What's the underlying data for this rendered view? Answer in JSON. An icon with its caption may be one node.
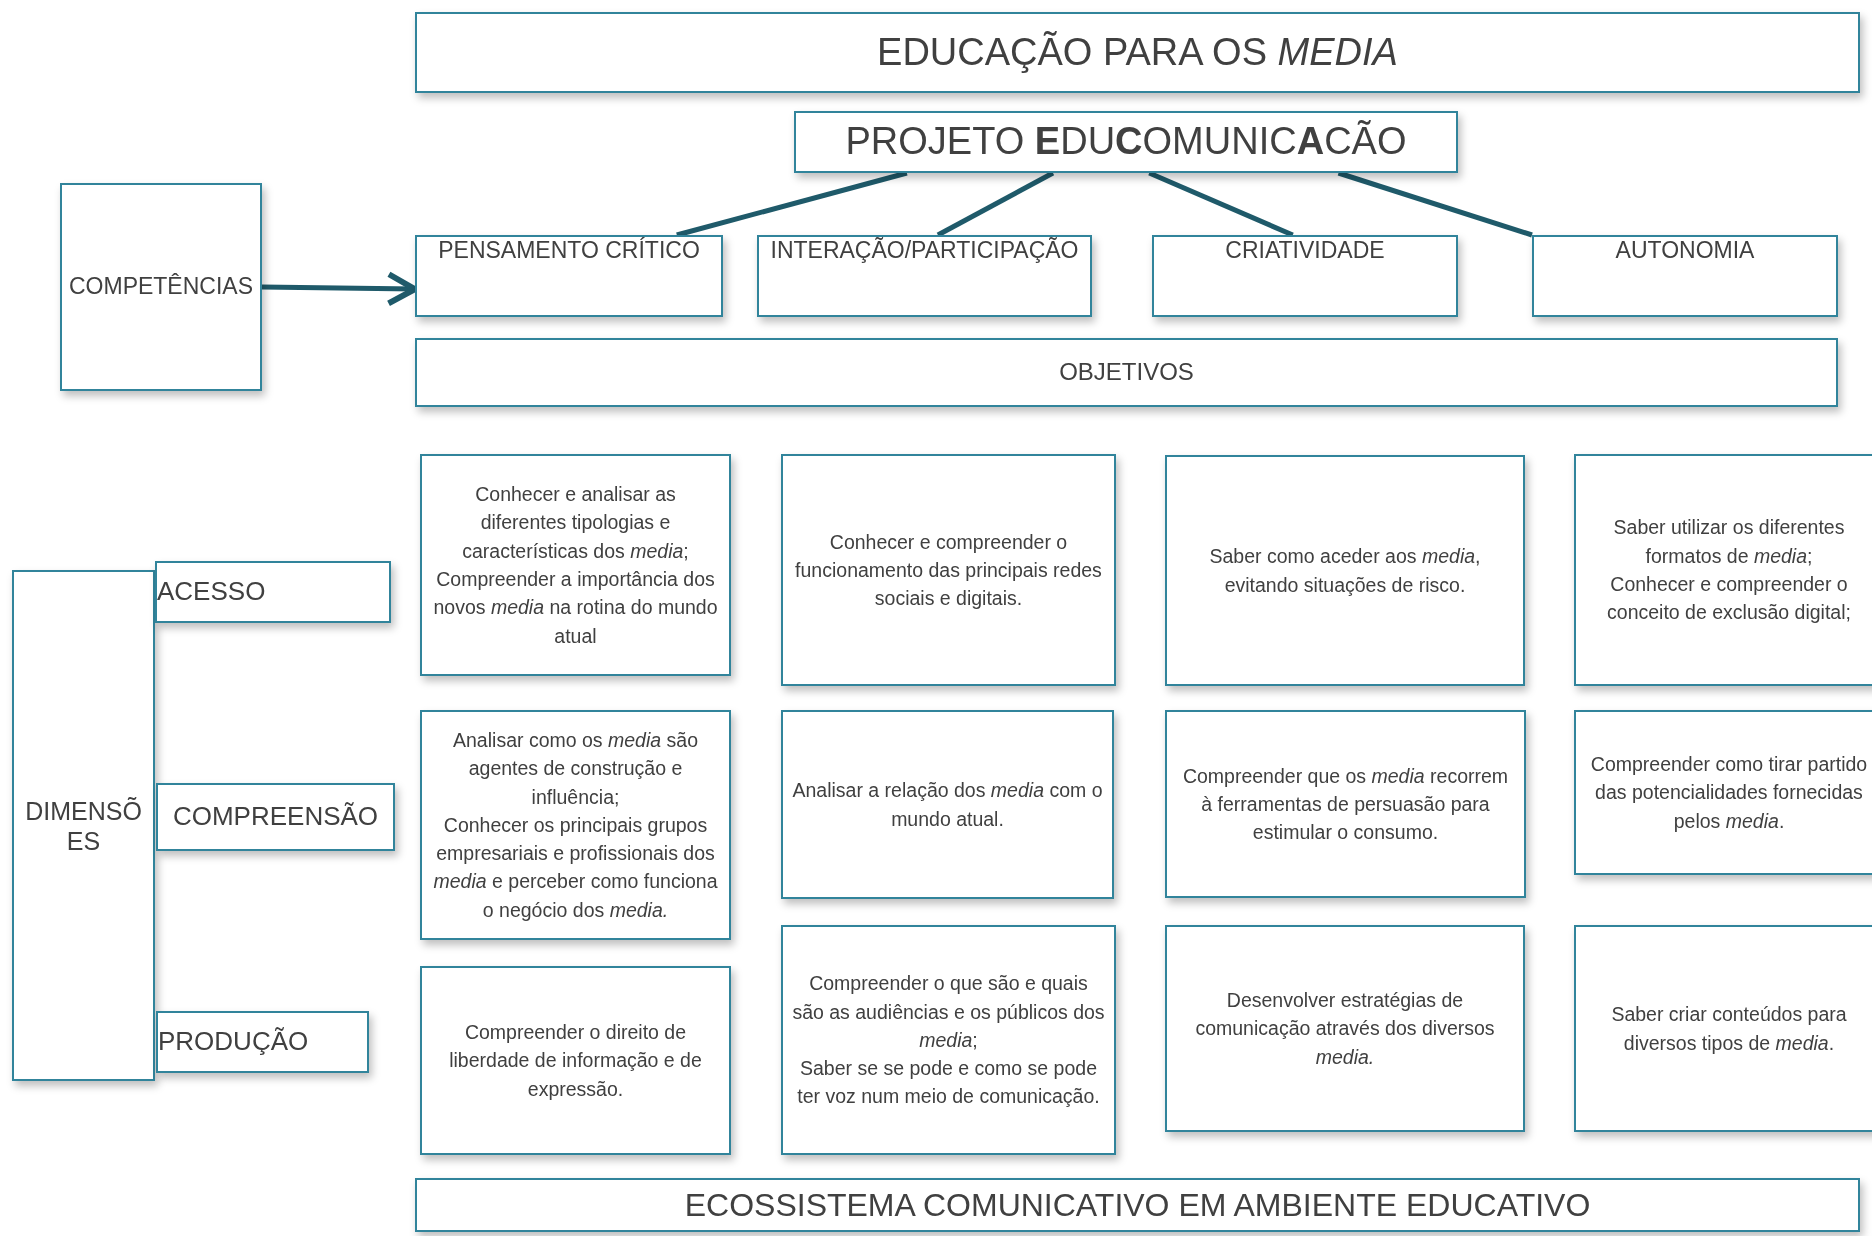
{
  "diagram": {
    "nodes": [
      {
        "text": [
          "EDUCAÇÃO PARA OS *MEDIA*"
        ]
      },
      {
        "text": [
          "PROJETO **E**DU**C**OMUNIC**A**CÃO"
        ]
      },
      {
        "text": [
          "COMPETÊNCIAS"
        ]
      },
      {
        "text": [
          "PENSAMENTO CRÍTICO"
        ]
      },
      {
        "text": [
          "INTERAÇÃO/PARTICIPAÇÃO"
        ]
      },
      {
        "text": [
          "CRIATIVIDADE"
        ]
      },
      {
        "text": [
          "AUTONOMIA"
        ]
      },
      {
        "text": [
          "OBJETIVOS"
        ]
      },
      {
        "text": [
          "DIMENSÕES"
        ]
      },
      {
        "text": [
          "ACESSO"
        ]
      },
      {
        "text": [
          "COMPREENSÃO"
        ]
      },
      {
        "text": [
          "PRODUÇÃO"
        ]
      },
      {
        "text": [
          "Conhecer e analisar as diferentes tipologias e características dos *media*;",
          "Compreender a importância dos novos *media* na rotina do mundo atual"
        ]
      },
      {
        "text": [
          "Conhecer e compreender o funcionamento das principais redes sociais e digitais."
        ]
      },
      {
        "text": [
          "Saber como aceder aos *media*, evitando situações de risco."
        ]
      },
      {
        "text": [
          "Saber utilizar os diferentes formatos de *media*;",
          "Conhecer e compreender o conceito de exclusão digital;"
        ]
      },
      {
        "text": [
          "Analisar como os *media* são agentes de construção e influência;",
          "Conhecer os principais grupos empresariais e profissionais dos *media* e perceber como funciona o negócio dos *media.*"
        ]
      },
      {
        "text": [
          "Analisar a relação dos *media* com o mundo atual."
        ]
      },
      {
        "text": [
          "Compreender que os *media* recorrem à ferramentas de persuasão para estimular o consumo."
        ]
      },
      {
        "text": [
          "Compreender como tirar partido das potencialidades fornecidas pelos *media*."
        ]
      },
      {
        "text": [
          "Compreender o direito de liberdade de informação e de expressão."
        ]
      },
      {
        "text": [
          "Compreender o que são e quais são as audiências e os públicos dos *media*;",
          "Saber se se pode e como se pode ter voz num meio de comunicação."
        ]
      },
      {
        "text": [
          "Desenvolver estratégias de comunicação através dos diversos *media.*"
        ]
      },
      {
        "text": [
          "Saber criar conteúdos para diversos tipos de *media*."
        ]
      },
      {
        "text": [
          "ECOSSISTEMA COMUNICATIVO EM AMBIENTE EDUCATIVO"
        ]
      }
    ],
    "edges": [
      {
        "from": 1,
        "to": 3,
        "arrow": "none"
      },
      {
        "from": 1,
        "to": 4,
        "arrow": "none"
      },
      {
        "from": 1,
        "to": 5,
        "arrow": "none"
      },
      {
        "from": 1,
        "to": 6,
        "arrow": "none"
      },
      {
        "from": 2,
        "to": 3,
        "arrow": "to"
      }
    ]
  }
}
